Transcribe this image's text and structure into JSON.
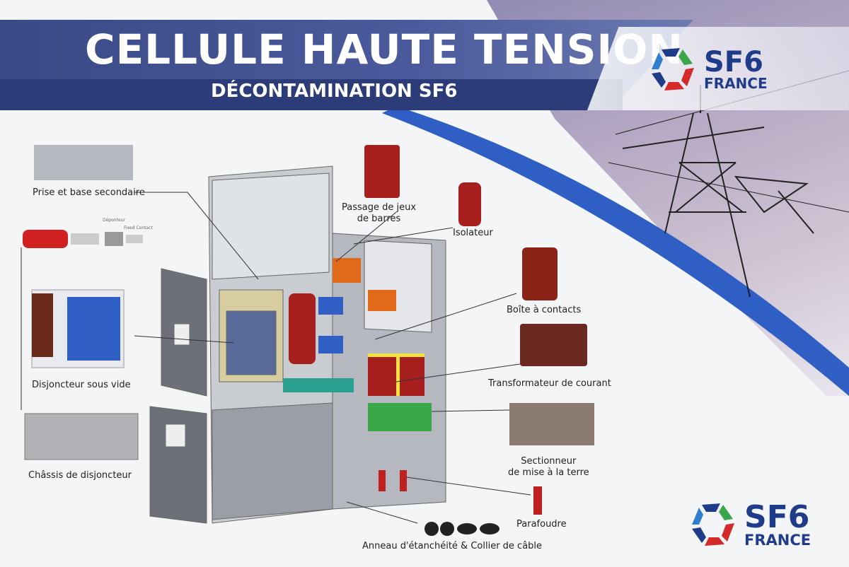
{
  "header": {
    "title": "CELLULE HAUTE TENSION",
    "subtitle": "DÉCONTAMINATION SF6"
  },
  "logo": {
    "top": {
      "line1": "SF6",
      "line2": "FRANCE"
    },
    "bottom": {
      "line1": "SF6",
      "line2": "FRANCE"
    }
  },
  "labels": {
    "prise": "Prise et base secondaire",
    "deponteur": "Déponteur",
    "fixed_contact": "Fixed Contact",
    "disjoncteur": "Disjoncteur sous vide",
    "chassis": "Châssis de disjoncteur",
    "passage": "Passage de jeux\nde barres",
    "isolateur": "Isolateur",
    "boite": "Boîte à contacts",
    "transformateur": "Transformateur de courant",
    "sectionneur": "Sectionneur\nde mise à la terre",
    "parafoudre": "Parafoudre",
    "anneau": "Anneau d'étanchéité & Collier de câble"
  },
  "colors": {
    "navy": "#2c3c78",
    "blue": "#2f5fc4",
    "red": "#a8201e",
    "logo_blue": "#1f3c8a",
    "logo_green": "#3aa84a",
    "logo_red": "#d42a2a"
  }
}
